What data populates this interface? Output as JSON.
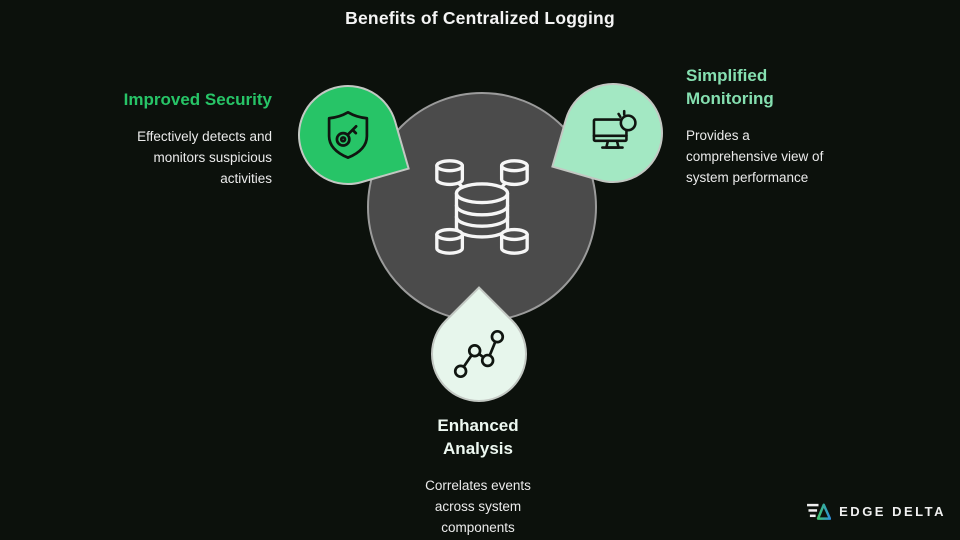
{
  "title": "Benefits of Centralized Logging",
  "colors": {
    "background": "#0c110c",
    "hub_gray": "#4b4b4b",
    "green": "#27c467",
    "mint": "#a3e8c3",
    "pale": "#e7f6ec",
    "mint_heading": "#85dfb0",
    "text": "#ebebeb"
  },
  "hub": {
    "icon": "distributed-database-icon"
  },
  "nodes": [
    {
      "id": "improved-security",
      "icon": "shield-key-icon",
      "heading_lines": [
        "Improved Security"
      ],
      "desc_lines": [
        "Effectively detects and",
        "monitors suspicious",
        "activities"
      ]
    },
    {
      "id": "simplified-monitoring",
      "icon": "monitor-alert-icon",
      "heading_lines": [
        "Simplified",
        "Monitoring"
      ],
      "desc_lines": [
        "Provides a",
        "comprehensive view of",
        "system performance"
      ]
    },
    {
      "id": "enhanced-analysis",
      "icon": "trend-scatter-icon",
      "heading_lines": [
        "Enhanced",
        "Analysis"
      ],
      "desc_lines": [
        "Correlates events",
        "across system",
        "components"
      ]
    }
  ],
  "logo": {
    "text": "EDGE DELTA"
  }
}
